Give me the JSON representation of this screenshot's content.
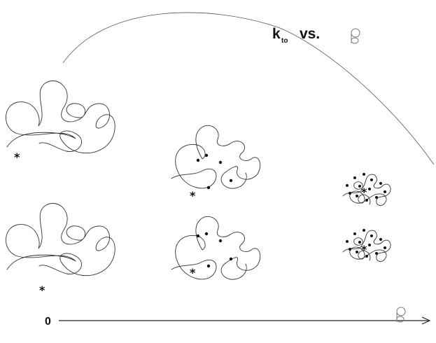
{
  "figure": {
    "title_k": "k",
    "title_subscript": "to",
    "title_vs": "vs.",
    "axis_origin_label": "0",
    "star_glyph": "*",
    "columns": [
      {
        "id": "low-crosslink",
        "crosslink_count": 0
      },
      {
        "id": "medium-crosslink",
        "crosslink_count": 5
      },
      {
        "id": "high-crosslink",
        "crosslink_count": 12
      }
    ]
  }
}
